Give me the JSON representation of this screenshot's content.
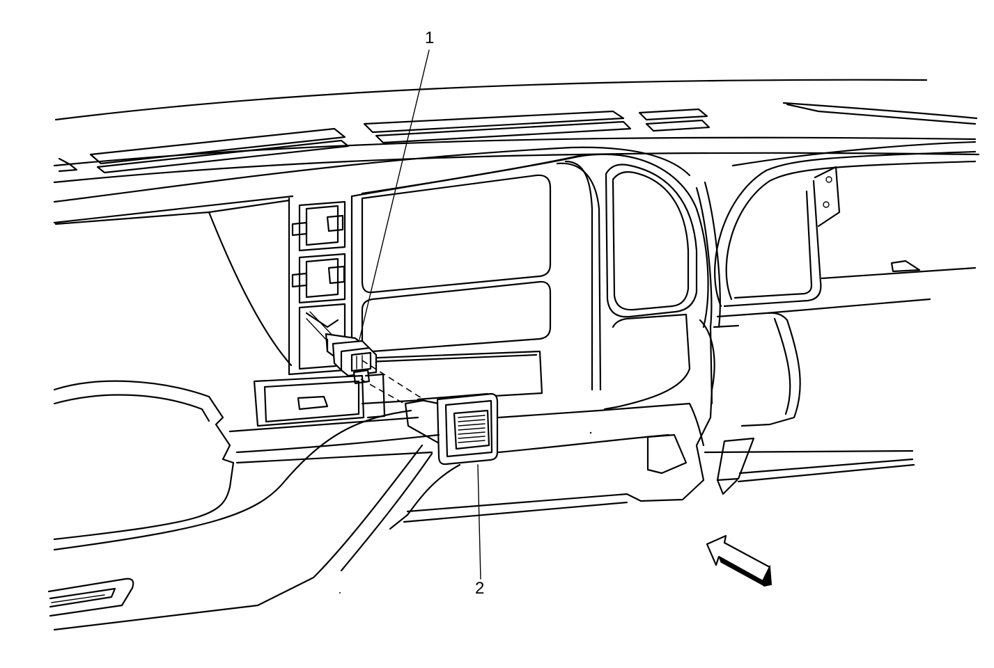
{
  "callouts": [
    {
      "id": "1",
      "label": "1"
    },
    {
      "id": "2",
      "label": "2"
    }
  ],
  "colors": {
    "line": "#000000",
    "background": "#ffffff"
  },
  "icons": {
    "view_direction": "view-direction-arrow-icon"
  }
}
